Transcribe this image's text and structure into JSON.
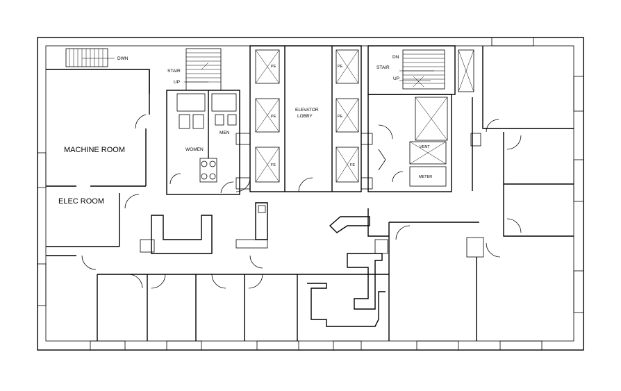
{
  "labels": {
    "machine_room": "MACHINE ROOM",
    "elec_room": "ELEC ROOM",
    "women": "WOMEN",
    "men": "MEN",
    "stair_left": "STAIR",
    "stair_right": "STAIR",
    "up_left": "UP",
    "up_right": "UP",
    "dn_right": "DN",
    "dwn": "DWN",
    "elevator_lobby_1": "ELEVATOR",
    "elevator_lobby_2": "LOBBY",
    "pe": "PE",
    "fe": "FE",
    "vent": "VENT",
    "meter": "METER"
  }
}
